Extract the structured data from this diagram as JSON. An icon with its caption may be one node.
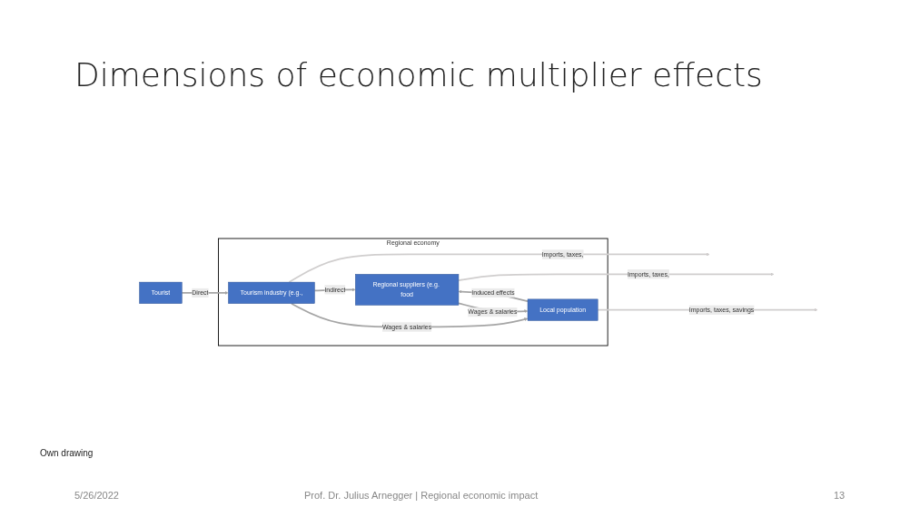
{
  "diagram": {
    "title": "Dimensions of economic multiplier effects",
    "caption": "Own drawing",
    "nodes": [
      {
        "text": [
          "Regional economy"
        ]
      },
      {
        "text": [
          "Tourist"
        ]
      },
      {
        "text": [
          "Tourism industry (e.g.,"
        ],
        "in": 0
      },
      {
        "text": [
          "Regional suppliers (e.g. food"
        ],
        "in": 0
      },
      {
        "text": [
          "Local population"
        ],
        "in": 0
      }
    ],
    "edges": [
      {
        "from": 1,
        "to": 2,
        "arrow": "to",
        "label": "Direct"
      },
      {
        "from": 2,
        "to": 3,
        "arrow": "to",
        "label": "Indirect"
      },
      {
        "from": 2,
        "to": 4,
        "arrow": "to",
        "label": "Wages & salaries"
      },
      {
        "from": 4,
        "to": 3,
        "arrow": "to",
        "label": "Induced effects"
      },
      {
        "from": 3,
        "to": 4,
        "arrow": "to",
        "label": "Wages & salaries"
      },
      {
        "from": 2,
        "to": null,
        "arrow": "to",
        "label": "Imports, taxes,",
        "color": "#d0cece"
      },
      {
        "from": 4,
        "to": null,
        "arrow": "to",
        "label": "Imports, taxes, savings",
        "color": "#d0cece"
      },
      {
        "from": 3,
        "to": null,
        "arrow": "to",
        "label": "Imports, taxes,",
        "color": "#d0cece"
      }
    ],
    "labels": [
      "5/26/2022",
      "Prof. Dr. Julius Arnegger | Regional economic impact",
      "13"
    ]
  }
}
